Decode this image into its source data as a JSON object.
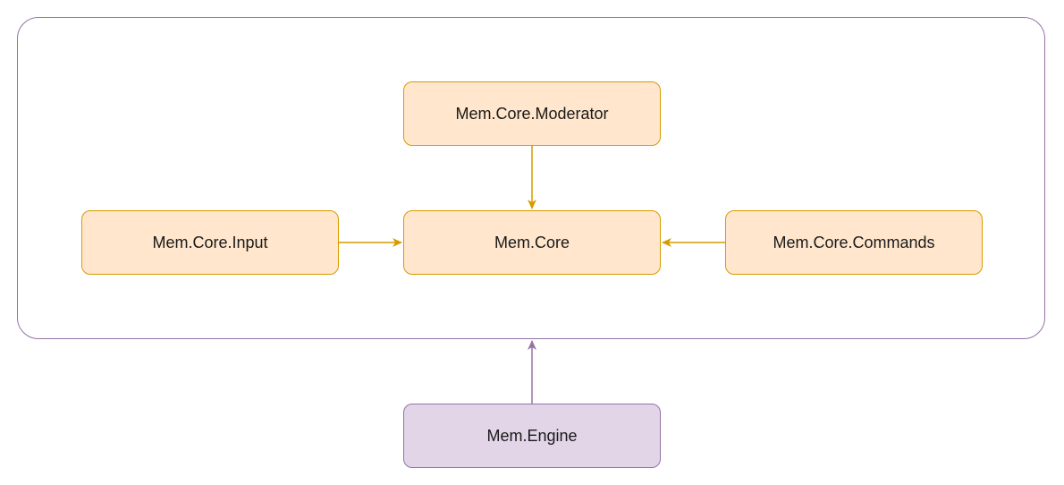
{
  "nodes": {
    "moderator": "Mem.Core.Moderator",
    "core": "Mem.Core",
    "input": "Mem.Core.Input",
    "commands": "Mem.Core.Commands",
    "engine": "Mem.Engine"
  },
  "edges": [
    {
      "from": "Mem.Core.Moderator",
      "to": "Mem.Core"
    },
    {
      "from": "Mem.Core.Input",
      "to": "Mem.Core"
    },
    {
      "from": "Mem.Core.Commands",
      "to": "Mem.Core"
    },
    {
      "from": "Mem.Engine",
      "to": "Mem.Core group"
    }
  ],
  "colors": {
    "core_fill": "#ffe6cc",
    "core_stroke": "#d79b00",
    "engine_fill": "#e1d5e7",
    "engine_stroke": "#9673a6",
    "group_stroke": "#9673a6"
  }
}
